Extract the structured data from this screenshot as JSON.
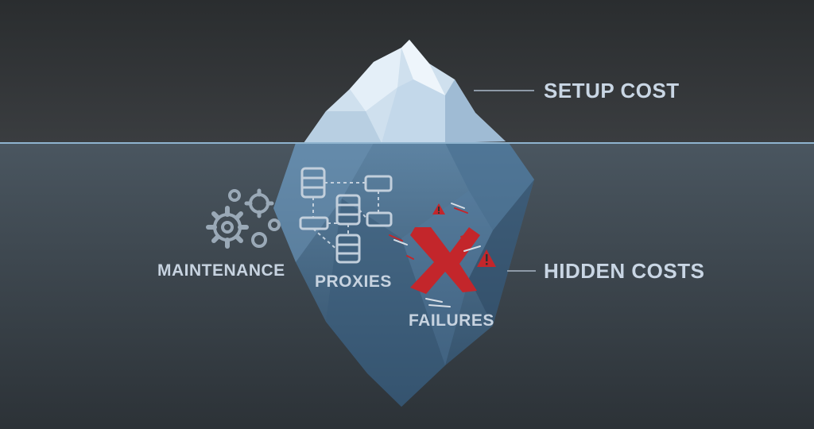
{
  "labels": {
    "setup_cost": "SETUP COST",
    "hidden_costs": "HIDDEN COSTS",
    "maintenance": "MAINTENANCE",
    "proxies": "PROXIES",
    "failures": "FAILURES"
  },
  "icons": [
    "gears-icon",
    "server-network-icon",
    "failure-x-icon",
    "warning-icon"
  ],
  "colors": {
    "sky": "#2f3234",
    "water": "#3e4a54",
    "waterline": "#8fb4cf",
    "ice_tip": "#dceaf4",
    "ice_submerged": "#4d7599",
    "accent_red": "#c3262b",
    "label": "#c9d6e4"
  }
}
